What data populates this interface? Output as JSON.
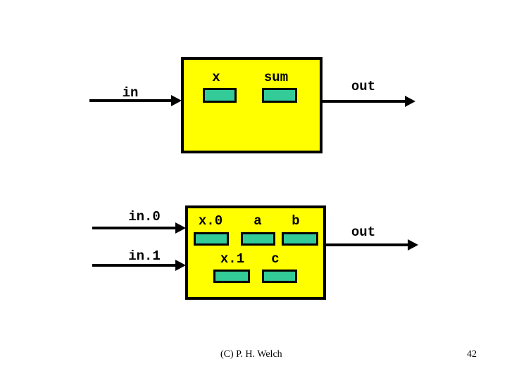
{
  "slide": {
    "colors": {
      "box_fill": "#ffff00",
      "box_border": "#000000",
      "slot_fill": "#33cc99",
      "arrow": "#000000",
      "background": "#ffffff"
    },
    "footer": {
      "copyright": "(C) P. H. Welch",
      "page_number": "42"
    }
  },
  "diagram_top": {
    "in_label": "in",
    "out_label": "out",
    "variables": [
      {
        "label": "x"
      },
      {
        "label": "sum"
      }
    ]
  },
  "diagram_bottom": {
    "in_labels": [
      {
        "label": "in.0"
      },
      {
        "label": "in.1"
      }
    ],
    "out_label": "out",
    "variables_row1": [
      {
        "label": "x.0"
      },
      {
        "label": "a"
      },
      {
        "label": "b"
      }
    ],
    "variables_row2": [
      {
        "label": "x.1"
      },
      {
        "label": "c"
      }
    ]
  }
}
